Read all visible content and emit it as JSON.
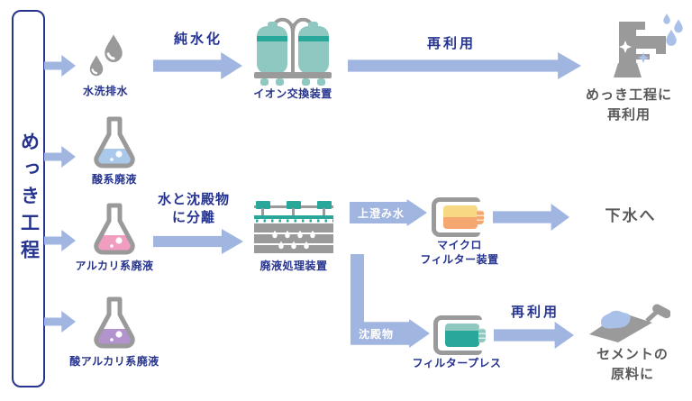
{
  "theme": {
    "navy": "#26348f",
    "arrow_blue": "#a0b5e0",
    "icon_gray": "#9a9a9a",
    "dark_gray_text": "#595959",
    "teal_light": "#8ec8c0",
    "teal_dark": "#2aa79b",
    "yellow": "#f8d983",
    "orange": "#f4a76f",
    "liquid_blue": "#aac8ea",
    "liquid_pink": "#f19cc1",
    "liquid_purple": "#b393cd",
    "drop_blue": "#a9c0e8"
  },
  "icons": {
    "water-drops-icon": "two gray teardrops",
    "flask-icon": "erlenmeyer flask with liquid",
    "ion-exchange-icon": "twin teal tanks joined by pipes",
    "faucet-icon": "faucet with water drops and sparkles",
    "treatment-icon": "layered settling device with drip rows",
    "microfilter-icon": "orange filter cartridge in gray bracket",
    "filterpress-icon": "teal filter cartridge in gray bracket",
    "trowel-icon": "cement trowel with mortar"
  },
  "process": {
    "title": "めっき工程"
  },
  "top_flow": {
    "input_label": "水洗排水",
    "step1_label": "純水化",
    "device_label": "イオン交換装置",
    "step2_label": "再利用",
    "result_line1": "めっき工程に",
    "result_line2": "再利用"
  },
  "waste_flow": {
    "input1_label": "酸系廃液",
    "input2_label": "アルカリ系廃液",
    "input3_label": "酸アルカリ系廃液",
    "separation_line1": "水と沈殿物",
    "separation_line2": "に分離",
    "device_label": "廃液処理装置",
    "supernatant_label": "上澄み水",
    "microfilter_line1": "マイクロ",
    "microfilter_line2": "フィルター装置",
    "sewer_label": "下水へ",
    "sediment_label": "沈殿物",
    "filterpress_label": "フィルタープレス",
    "reuse_label": "再利用",
    "result_line1": "セメントの",
    "result_line2": "原料に"
  }
}
